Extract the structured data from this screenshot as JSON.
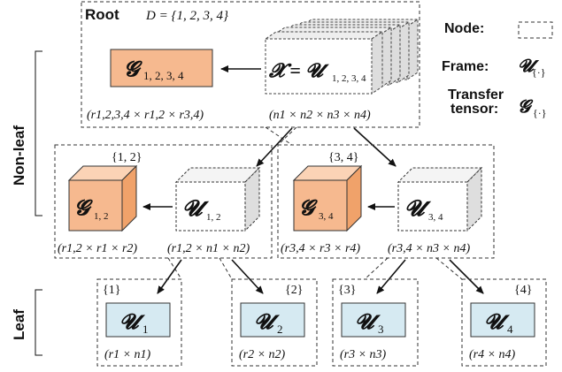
{
  "root": {
    "label": "Root",
    "dataset": "D = {1, 2, 3, 4}",
    "transfer_symbol": "𝓖",
    "transfer_subscript": "1, 2, 3, 4",
    "transfer_dims": "(r1,2,3,4 × r1,2 × r3,4)",
    "frame_equation": "𝓧 = 𝓤",
    "frame_subscript": "1, 2, 3, 4",
    "frame_dims": "(n1 × n2 × n3 × n4)"
  },
  "legend": {
    "node_label": "Node:",
    "frame_label": "Frame:",
    "frame_symbol": "𝓤",
    "frame_sub": "{·}",
    "transfer_label_line1": "Transfer",
    "transfer_label_line2": "tensor:",
    "transfer_symbol": "𝓖",
    "transfer_sub": "{·}"
  },
  "side_labels": {
    "nonleaf": "Non-leaf",
    "leaf": "Leaf"
  },
  "nonleaf_nodes": [
    {
      "set": "{1, 2}",
      "transfer_symbol": "𝓖",
      "transfer_subscript": "1, 2",
      "transfer_dims": "(r1,2 × r1 × r2)",
      "frame_symbol": "𝓤",
      "frame_subscript": "1, 2",
      "frame_dims": "(r1,2 × n1 × n2)"
    },
    {
      "set": "{3, 4}",
      "transfer_symbol": "𝓖",
      "transfer_subscript": "3, 4",
      "transfer_dims": "(r3,4 × r3 × r4)",
      "frame_symbol": "𝓤",
      "frame_subscript": "3, 4",
      "frame_dims": "(r3,4 × n3 × n4)"
    }
  ],
  "leaf_nodes": [
    {
      "set": "{1}",
      "symbol": "𝓤",
      "subscript": "1",
      "dims": "(r1 × n1)"
    },
    {
      "set": "{2}",
      "symbol": "𝓤",
      "subscript": "2",
      "dims": "(r2 × n2)"
    },
    {
      "set": "{3}",
      "symbol": "𝓤",
      "subscript": "3",
      "dims": "(r3 × n3)"
    },
    {
      "set": "{4}",
      "symbol": "𝓤",
      "subscript": "4",
      "dims": "(r4 × n4)"
    }
  ],
  "colors": {
    "transfer_fill": "#f6b98f",
    "transfer_side": "#f0a26a",
    "transfer_top": "#fbd3b6",
    "leaf_fill": "#d6eaf2",
    "frame_side": "#dedede"
  }
}
